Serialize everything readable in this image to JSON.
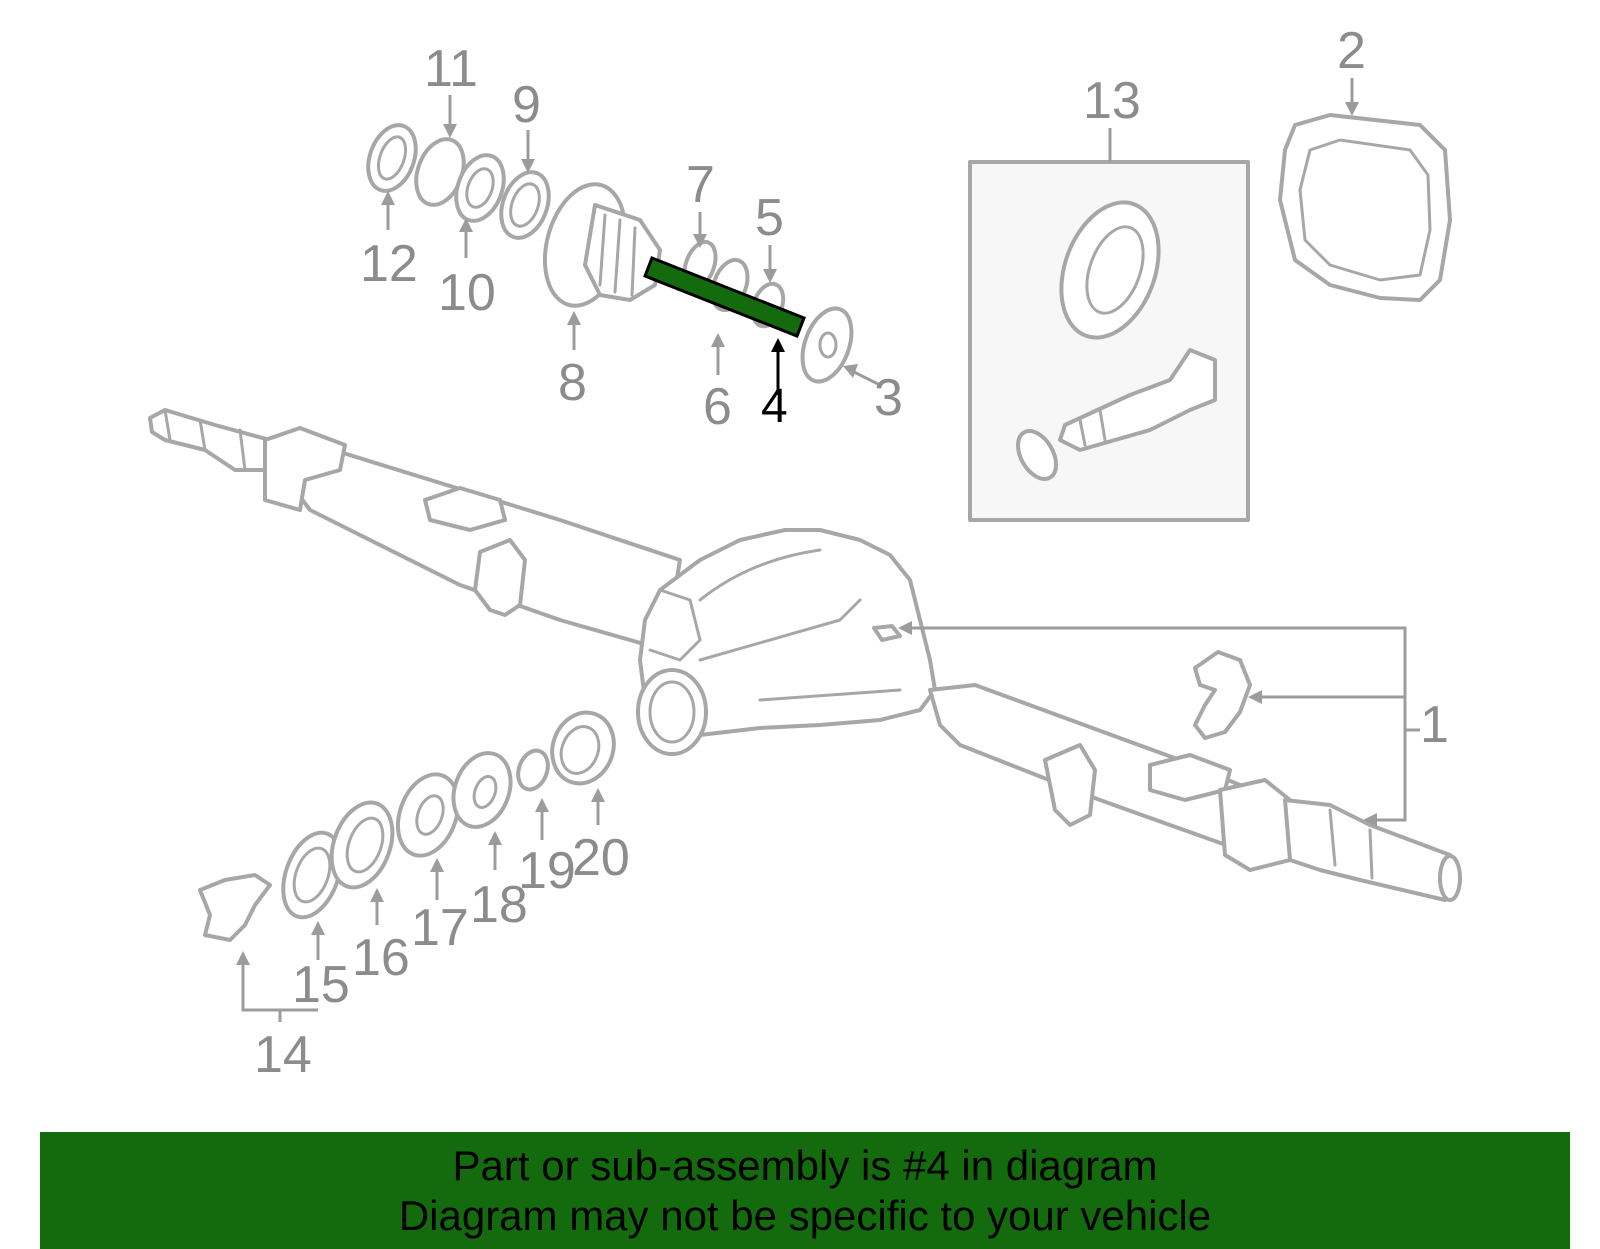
{
  "diagram": {
    "callouts": {
      "c1": "1",
      "c2": "2",
      "c3": "3",
      "c4": "4",
      "c5": "5",
      "c6": "6",
      "c7": "7",
      "c8": "8",
      "c9": "9",
      "c10": "10",
      "c11": "11",
      "c12": "12",
      "c13": "13",
      "c14": "14",
      "c15": "15",
      "c16": "16",
      "c17": "17",
      "c18": "18",
      "c19": "19",
      "c20": "20"
    },
    "highlighted_part": "4",
    "highlight_color": "#146b0e",
    "line_color": "#a7a7a7"
  },
  "banner": {
    "line1": "Part or sub-assembly is #4 in diagram",
    "line2": "Diagram may not be specific to your vehicle",
    "background": "#146b0e"
  }
}
